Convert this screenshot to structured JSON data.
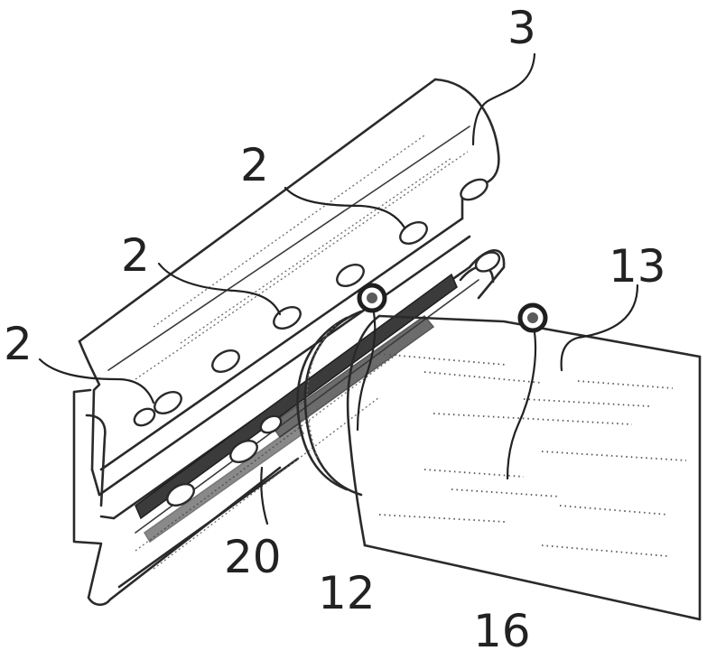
{
  "figure": {
    "labels": [
      {
        "id": "label-3",
        "text": "3"
      },
      {
        "id": "label-2-a",
        "text": "2"
      },
      {
        "id": "label-2-b",
        "text": "2"
      },
      {
        "id": "label-2-c",
        "text": "2"
      },
      {
        "id": "label-13",
        "text": "13"
      },
      {
        "id": "label-20",
        "text": "20"
      },
      {
        "id": "label-12",
        "text": "12"
      },
      {
        "id": "label-16",
        "text": "16"
      }
    ]
  }
}
